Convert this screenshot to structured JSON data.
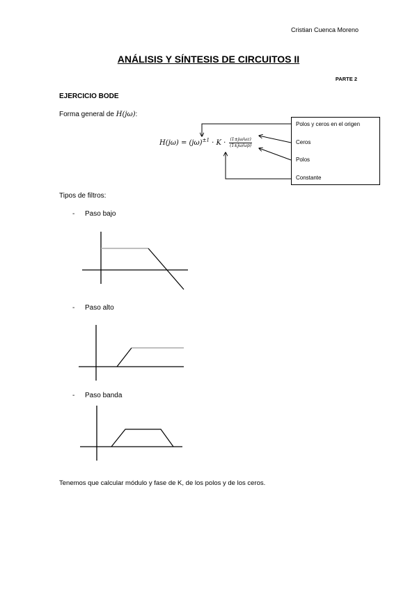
{
  "header": {
    "author": "Cristian Cuenca Moreno",
    "title": "ANÁLISIS Y SÍNTESIS DE CIRCUITOS II",
    "part": "PARTE 2"
  },
  "section": {
    "title": "EJERCICIO BODE",
    "forma_label": "Forma general de ",
    "forma_symbol": "H(jω)",
    "forma_suffix": ":"
  },
  "equation": {
    "lhs": "H(jω) = (jω)",
    "exponent": "±1",
    "middle": " · K · ",
    "zeros_num": "(1±jω/ωz)",
    "poles_den": "(1±jω/ωp)"
  },
  "legend_box": {
    "items": [
      "Polos y ceros en el origen",
      "Ceros",
      "Polos",
      "Constante"
    ]
  },
  "filters": {
    "intro": "Tipos de filtros:",
    "bullet": "-",
    "items": [
      {
        "label": "Paso bajo"
      },
      {
        "label": "Paso alto"
      },
      {
        "label": "Paso banda"
      }
    ]
  },
  "footer_text": "Tenemos que calcular módulo y fase de K, de los polos y de los ceros."
}
